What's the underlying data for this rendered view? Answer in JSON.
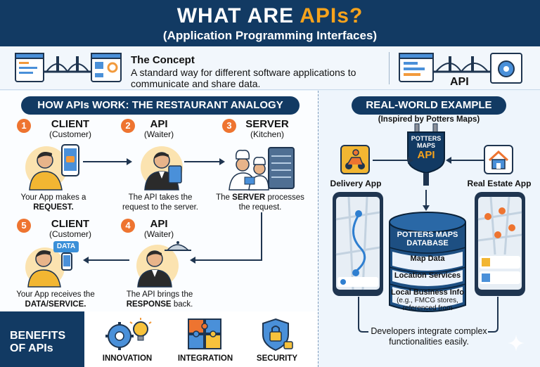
{
  "header": {
    "title_prefix": "WHAT ARE ",
    "title_highlight": "APIs?",
    "subtitle": "(Application Programming Interfaces)"
  },
  "concept": {
    "title": "The Concept",
    "text": "A standard way for different software applications to communicate and share data.",
    "api_label": "API"
  },
  "how": {
    "heading": "HOW APIs WORK: THE RESTAURANT ANALOGY",
    "steps": [
      {
        "num": "1",
        "title": "CLIENT",
        "sub": "(Customer)",
        "desc_pre": "Your App makes a",
        "desc_bold": "REQUEST."
      },
      {
        "num": "2",
        "title": "API",
        "sub": "(Waiter)",
        "desc_pre": "The API takes the request to the server."
      },
      {
        "num": "3",
        "title": "SERVER",
        "sub": "(Kitchen)",
        "desc_pre": "The",
        "desc_bold": "SERVER",
        "desc_post": "processes the request."
      },
      {
        "num": "4",
        "title": "API",
        "sub": "(Waiter)",
        "desc_pre": "The API brings the",
        "desc_bold": "RESPONSE",
        "desc_post": "back."
      },
      {
        "num": "5",
        "title": "CLIENT",
        "sub": "(Customer)",
        "desc_pre": "Your App receives the",
        "desc_bold": "DATA/SERVICE."
      }
    ],
    "data_bubble": "DATA"
  },
  "benefits": {
    "title_line1": "BENEFITS",
    "title_line2": "OF APIs",
    "items": [
      "INNOVATION",
      "INTEGRATION",
      "SECURITY"
    ]
  },
  "example": {
    "heading": "REAL-WORLD EXAMPLE",
    "sub": "(Inspired by Potters Maps)",
    "api_plug_line1": "POTTERS",
    "api_plug_line2": "MAPS",
    "api_plug_line3": "API",
    "delivery_label": "Delivery App",
    "realestate_label": "Real Estate App",
    "db_title_line1": "POTTERS MAPS",
    "db_title_line2": "DATABASE",
    "db_rows": [
      "Map Data",
      "Location Services",
      "Local Business Info"
    ],
    "db_note": "(e.g., FMCG stores, referenced from",
    "footer_note": "Developers integrate complex functionalities easily."
  },
  "colors": {
    "navy": "#123a63",
    "orange": "#ee7430",
    "accent": "#f7a31c",
    "blue": "#2f7fd0"
  }
}
